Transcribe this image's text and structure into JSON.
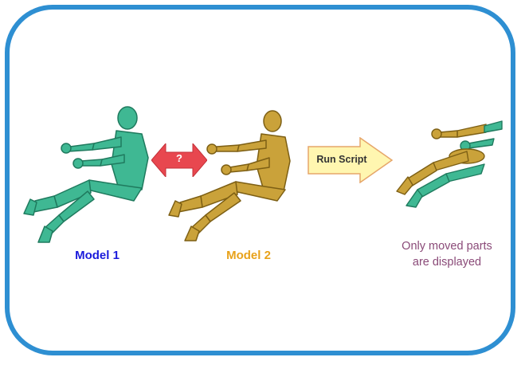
{
  "model1": {
    "label": "Model 1",
    "color": "#1a1adb",
    "body_color": "#3fb893"
  },
  "model2": {
    "label": "Model 2",
    "color": "#e8a21a",
    "body_color": "#caa23a"
  },
  "compare_arrow": {
    "text": "?",
    "color": "#e8474f"
  },
  "run_script": {
    "label": "Run Script",
    "fill": "#fff6b0",
    "stroke": "#e6a66a"
  },
  "note": {
    "line1": "Only moved parts",
    "line2": "are displayed",
    "color": "#8a4a78"
  },
  "frame_color": "#2e8fd2"
}
